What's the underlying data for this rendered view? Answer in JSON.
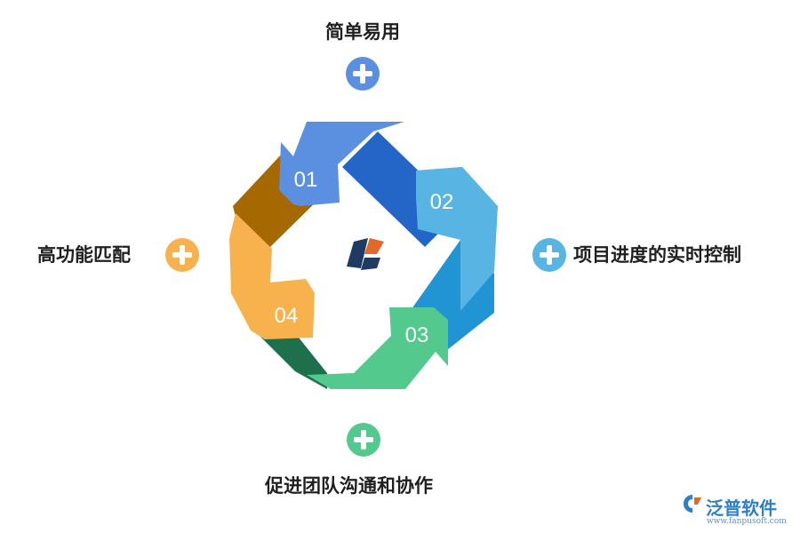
{
  "items": [
    {
      "number": "01",
      "label": "简单易用",
      "color": "#5b8fe0"
    },
    {
      "number": "02",
      "label": "项目进度的实时控制",
      "color": "#58b4e3"
    },
    {
      "number": "03",
      "label": "促进团队沟通和协作",
      "color": "#53c98e"
    },
    {
      "number": "04",
      "label": "高功能匹配",
      "color": "#f7b24d"
    }
  ],
  "dark_colors": {
    "top_right": "#2366c8",
    "bottom_right": "#2195d3",
    "bottom_left": "#1e6f4c",
    "top_left": "#a66800"
  },
  "center_logo": "company-logo",
  "watermark": {
    "brand": "泛普软件",
    "url": "www.fanpusoft.com"
  }
}
